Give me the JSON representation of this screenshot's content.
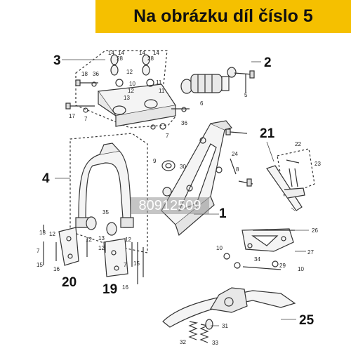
{
  "header": {
    "title": "Na obrázku díl číslo 5"
  },
  "watermark": "80912509",
  "big_labels": [
    "3",
    "2",
    "21",
    "4",
    "1",
    "20",
    "19",
    "25"
  ],
  "small_labels": [
    "14",
    "28",
    "14",
    "28",
    "14",
    "14",
    "18",
    "36",
    "12",
    "10",
    "12",
    "13",
    "11",
    "11",
    "17",
    "7",
    "7",
    "6",
    "36",
    "5",
    "9",
    "30",
    "22",
    "24",
    "8",
    "23",
    "35",
    "13",
    "12",
    "12",
    "7",
    "15",
    "16",
    "13",
    "12",
    "12",
    "7",
    "15",
    "16",
    "26",
    "10",
    "27",
    "34",
    "29",
    "10",
    "32",
    "31",
    "33"
  ]
}
